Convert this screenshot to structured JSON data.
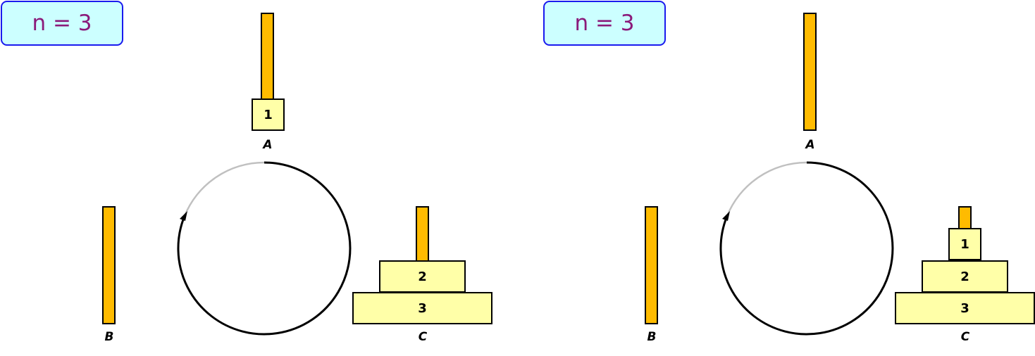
{
  "panels": [
    {
      "n_label": "n = 3",
      "pegs": [
        {
          "name": "A",
          "disks": [
            "1"
          ]
        },
        {
          "name": "B",
          "disks": []
        },
        {
          "name": "C",
          "disks": [
            "3",
            "2"
          ]
        }
      ]
    },
    {
      "n_label": "n = 3",
      "pegs": [
        {
          "name": "A",
          "disks": []
        },
        {
          "name": "B",
          "disks": []
        },
        {
          "name": "C",
          "disks": [
            "3",
            "2",
            "1"
          ]
        }
      ]
    }
  ],
  "colors": {
    "rod": "#ffbb00",
    "disk": "#ffffa8",
    "label_box_fill": "#ccffff",
    "label_box_border": "#1a1aee",
    "label_text": "#8a1a7a",
    "cycle_dark": "#000000",
    "cycle_light": "#c0c0c0"
  }
}
